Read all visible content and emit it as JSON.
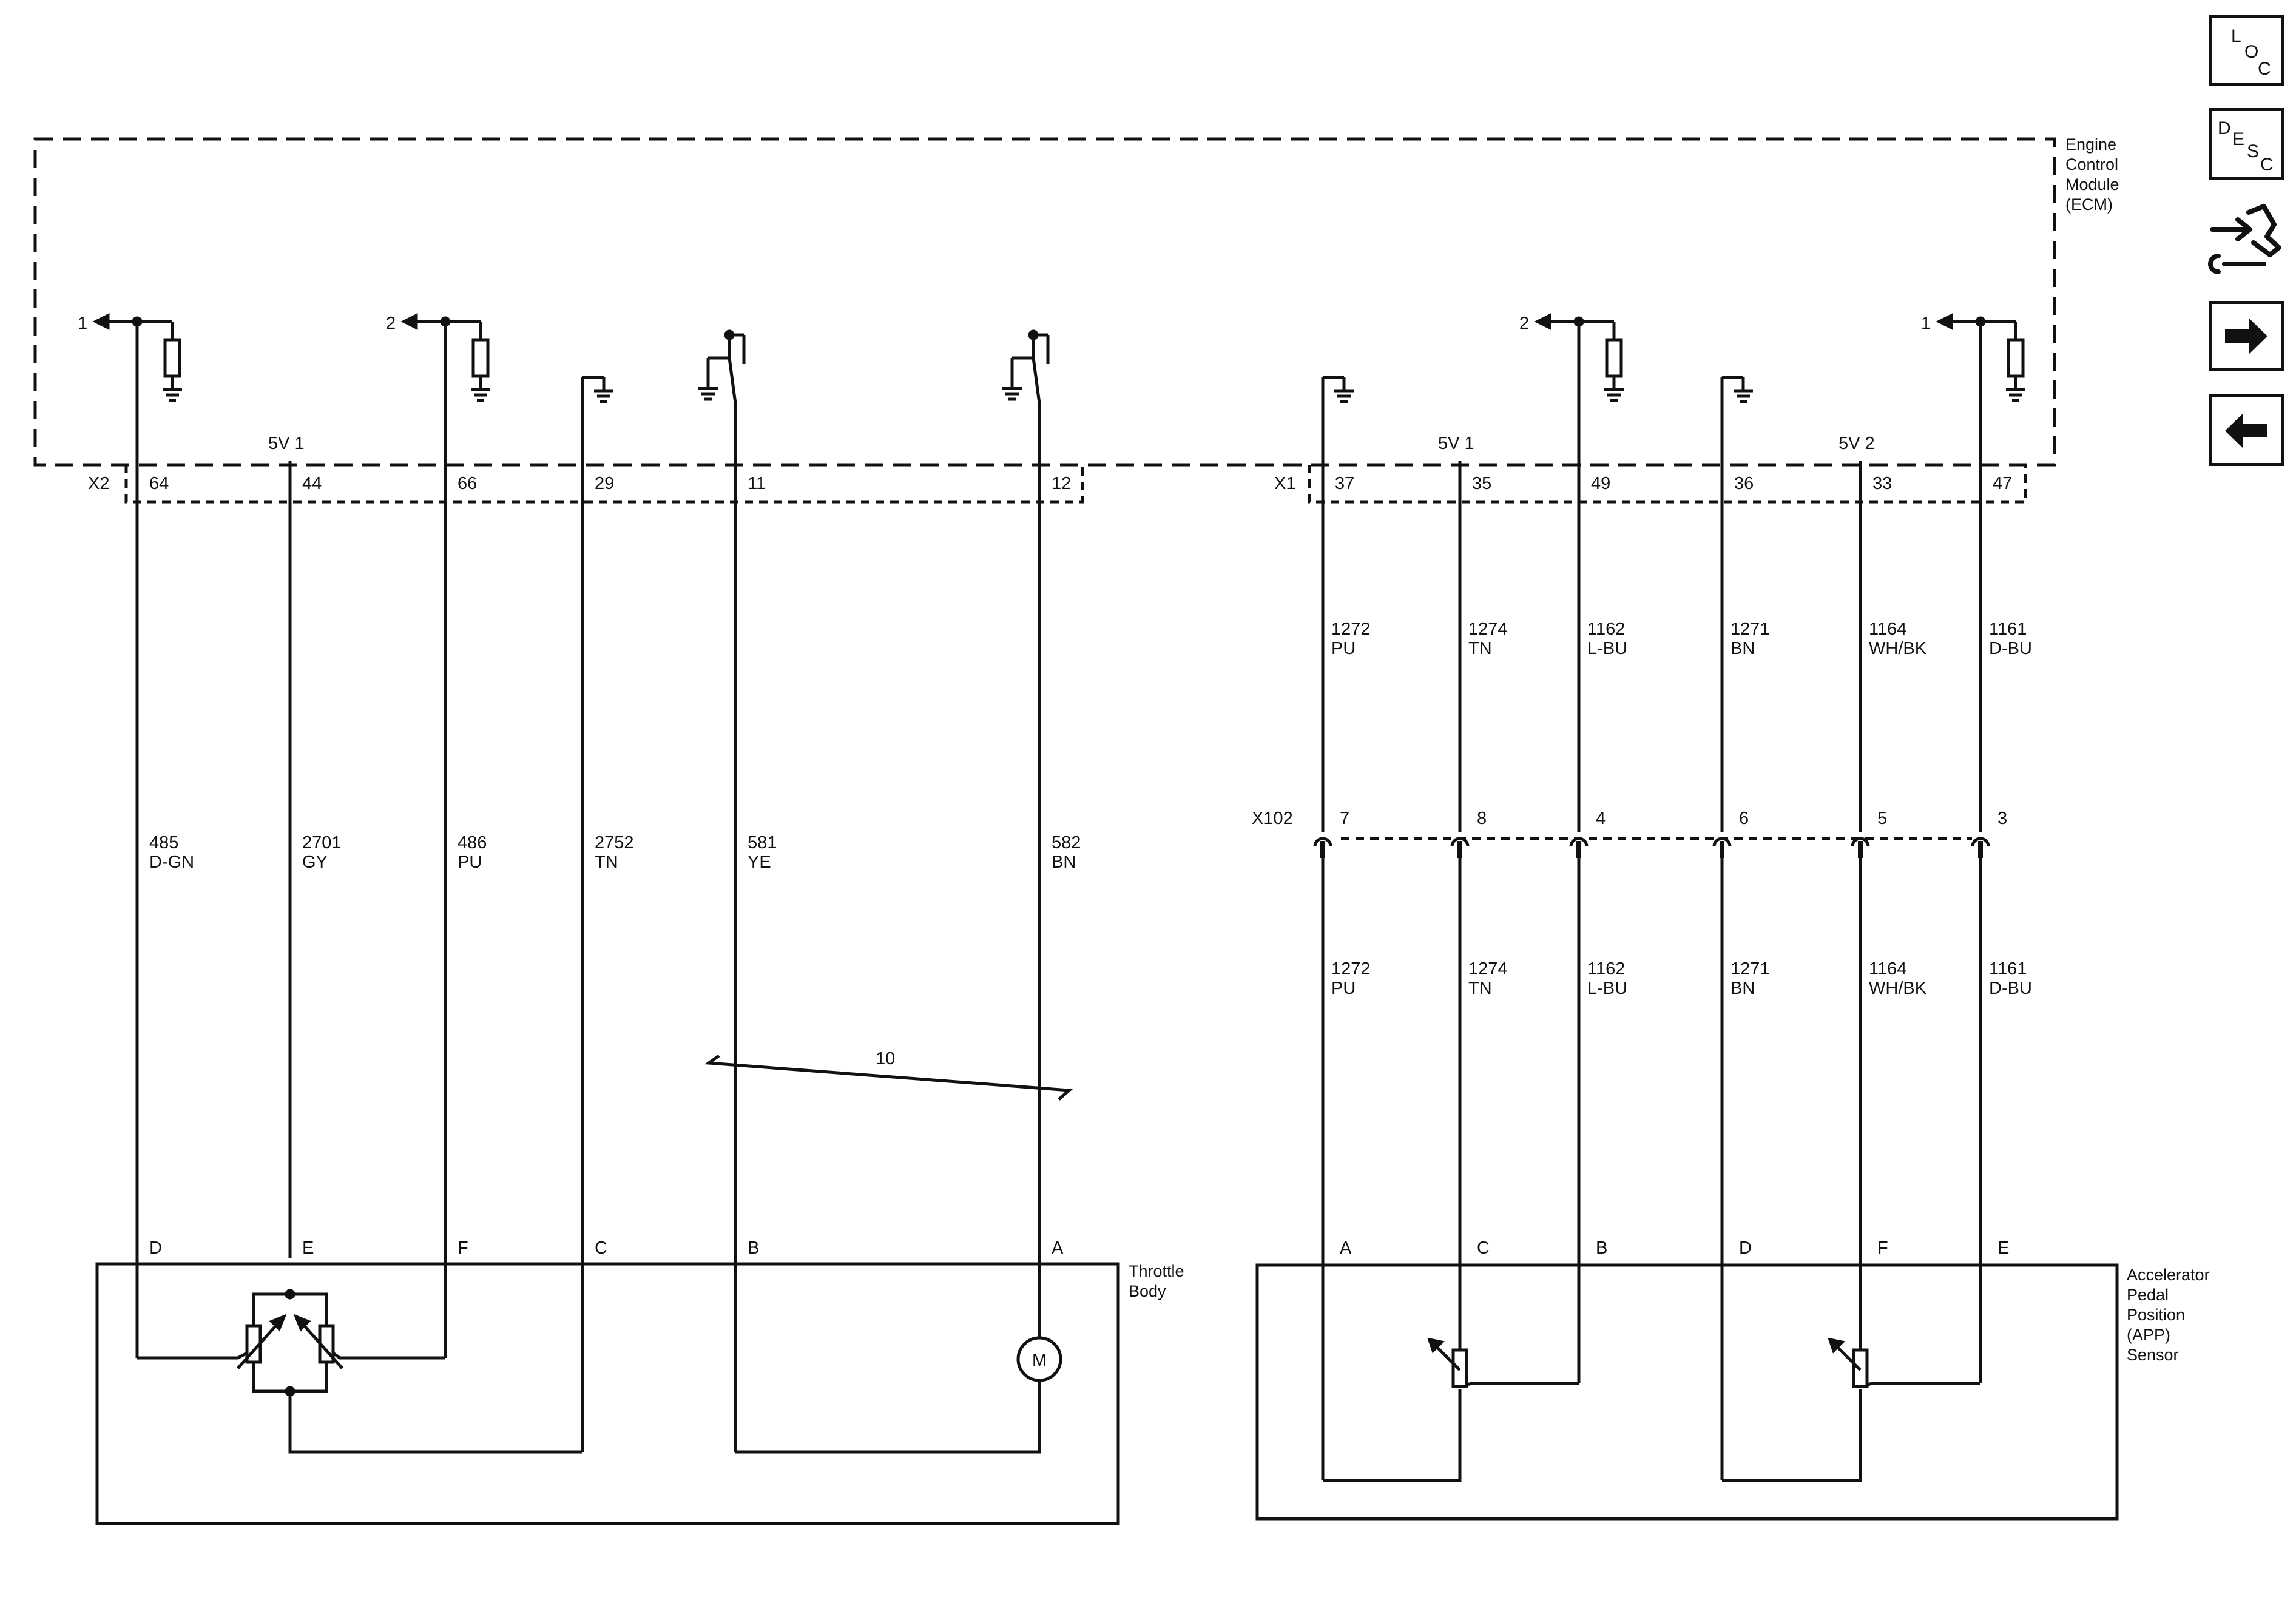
{
  "colors": {
    "line": "#111111",
    "background": "#ffffff"
  },
  "ecm": {
    "name_lines": [
      "Engine",
      "Control",
      "Module",
      "(ECM)"
    ]
  },
  "connectors": {
    "x2": {
      "label": "X2",
      "pins": [
        "64",
        "44",
        "66",
        "29",
        "11",
        "12"
      ]
    },
    "x1": {
      "label": "X1",
      "pins": [
        "37",
        "35",
        "49",
        "36",
        "33",
        "47"
      ]
    },
    "x102": {
      "label": "X102",
      "pins": [
        "7",
        "8",
        "4",
        "6",
        "5",
        "3"
      ]
    }
  },
  "refs": {
    "r1": "1",
    "r2": "2",
    "r3": "2",
    "r4": "1"
  },
  "supply": {
    "tb": "5V 1",
    "app1": "5V 1",
    "app2": "5V 2"
  },
  "throttle_body": {
    "name_lines": [
      "Throttle",
      "Body"
    ],
    "circuits": [
      {
        "num": "485",
        "color": "D-GN",
        "term": "D"
      },
      {
        "num": "2701",
        "color": "GY",
        "term": "E"
      },
      {
        "num": "486",
        "color": "PU",
        "term": "F"
      },
      {
        "num": "2752",
        "color": "TN",
        "term": "C"
      },
      {
        "num": "581",
        "color": "YE",
        "term": "B"
      },
      {
        "num": "582",
        "color": "BN",
        "term": "A"
      }
    ],
    "twisted_pair_label": "10",
    "motor_label": "M"
  },
  "app_sensor": {
    "name_lines": [
      "Accelerator",
      "Pedal",
      "Position",
      "(APP)",
      "Sensor"
    ],
    "circuits": [
      {
        "num": "1272",
        "color": "PU",
        "term": "A"
      },
      {
        "num": "1274",
        "color": "TN",
        "term": "C"
      },
      {
        "num": "1162",
        "color": "L-BU",
        "term": "B"
      },
      {
        "num": "1271",
        "color": "BN",
        "term": "D"
      },
      {
        "num": "1164",
        "color": "WH/BK",
        "term": "F"
      },
      {
        "num": "1161",
        "color": "D-BU",
        "term": "E"
      }
    ]
  },
  "nav": {
    "loc": [
      "L",
      "O",
      "C"
    ],
    "desc": [
      "D",
      "E",
      "S",
      "C"
    ],
    "icons": [
      "connector-tool-icon",
      "arrow-right-icon",
      "arrow-left-icon"
    ]
  }
}
